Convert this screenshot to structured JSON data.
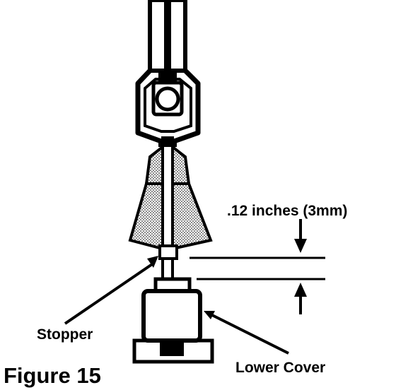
{
  "figure": {
    "caption": "Figure 15",
    "labels": {
      "dimension": ".12 inches (3mm)",
      "stopper": "Stopper",
      "lower_cover": "Lower Cover"
    }
  },
  "colors": {
    "ink": "#000000",
    "paper": "#ffffff",
    "stipple": "#9a9a9a"
  }
}
